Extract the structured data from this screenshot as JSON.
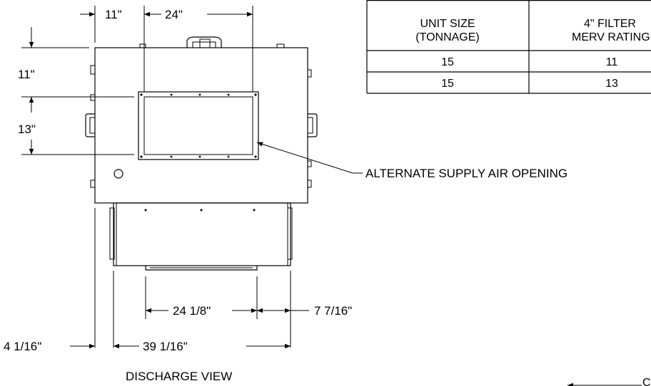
{
  "dimensions": {
    "top_left_offset": "11\"",
    "top_width": "24\"",
    "left_top_offset": "11\"",
    "left_opening_height": "13\"",
    "bottom_inner_width": "24 1/8\"",
    "bottom_right_offset": "7 7/16\"",
    "bottom_left_offset": "4 1/16\"",
    "bottom_overall_width": "39 1/16\""
  },
  "callout": "ALTERNATE SUPPLY AIR OPENING",
  "view_title": "DISCHARGE VIEW",
  "table": {
    "headers": [
      [
        "UNIT SIZE",
        "(TONNAGE)"
      ],
      [
        "4\" FILTER",
        "MERV RATING"
      ]
    ],
    "rows": [
      [
        "15",
        "11"
      ],
      [
        "15",
        "13"
      ]
    ]
  },
  "partial_label": "C"
}
